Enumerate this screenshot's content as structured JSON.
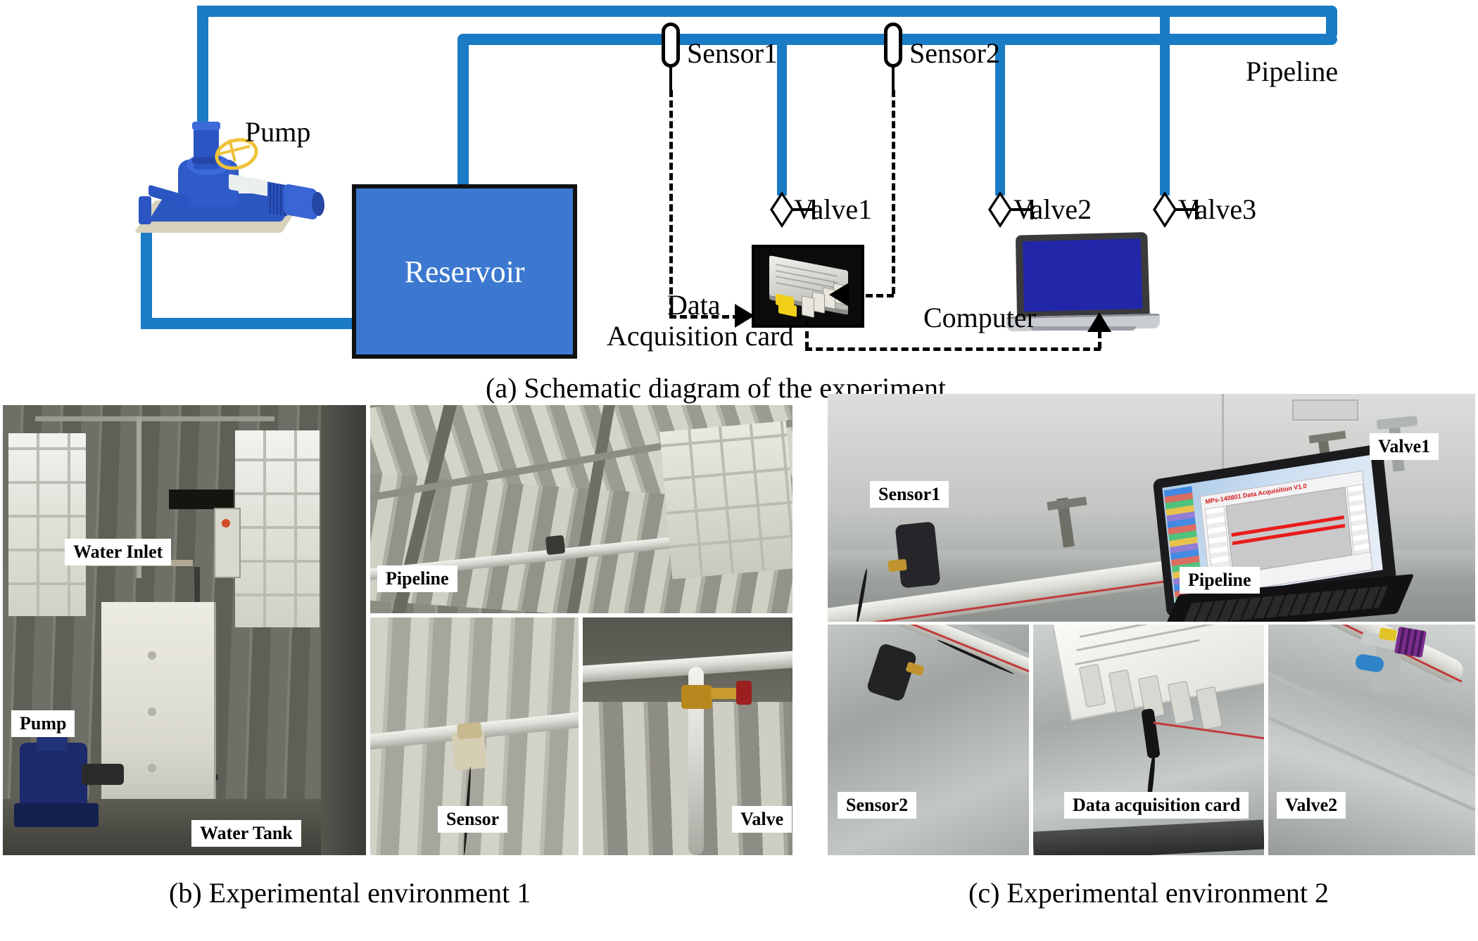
{
  "figure": {
    "captions": {
      "a": "(a) Schematic diagram of the experiment.",
      "b": "(b) Experimental environment 1",
      "c": "(c) Experimental environment 2"
    }
  },
  "schematic": {
    "labels": {
      "pump": "Pump",
      "reservoir": "Reservoir",
      "sensor1": "Sensor1",
      "sensor2": "Sensor2",
      "pipeline": "Pipeline",
      "valve1": "Valve1",
      "valve2": "Valve2",
      "valve3": "Valve3",
      "daq_line1": "Data",
      "daq_line2": "Acquisition card",
      "computer": "Computer"
    },
    "colors": {
      "pipe": "#1B7BC4",
      "reservoir_fill": "#3C78D0",
      "reservoir_border": "#111111",
      "laptop_screen": "#2226A8",
      "pump_body": "#2C56C0",
      "pump_base": "#D8D2BC",
      "valve_wheel": "#EFC23A"
    }
  },
  "panel_b": {
    "tags": {
      "water_inlet": "Water Inlet",
      "pump": "Pump",
      "water_tank": "Water Tank",
      "pipeline": "Pipeline",
      "sensor": "Sensor",
      "valve": "Valve"
    }
  },
  "panel_c": {
    "tags": {
      "sensor1": "Sensor1",
      "pipeline": "Pipeline",
      "valve1": "Valve1",
      "sensor2": "Sensor2",
      "daq_card": "Data acquisition card",
      "valve2": "Valve2"
    },
    "laptop_screen_title": "MPs-140801 Data Acquisition V1.0"
  }
}
